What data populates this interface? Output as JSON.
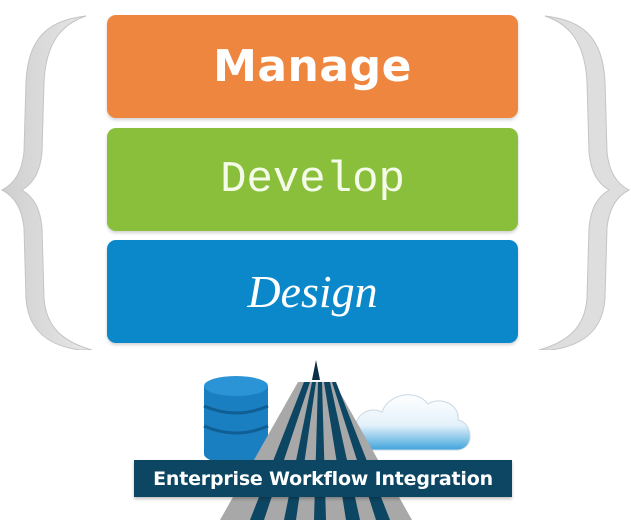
{
  "diagram": {
    "layers": [
      {
        "id": "manage",
        "label": "Manage",
        "color": "#ee8640"
      },
      {
        "id": "develop",
        "label": "Develop",
        "color": "#8abf3c"
      },
      {
        "id": "design",
        "label": "Design",
        "color": "#0a88c9"
      }
    ],
    "braces": {
      "color": "#dcdcdc"
    },
    "foundation": {
      "label": "Enterprise Workflow Integration",
      "banner_color": "#0d4663",
      "icons": [
        "database-icon",
        "skyscraper-icon",
        "cloud-icon"
      ]
    }
  }
}
